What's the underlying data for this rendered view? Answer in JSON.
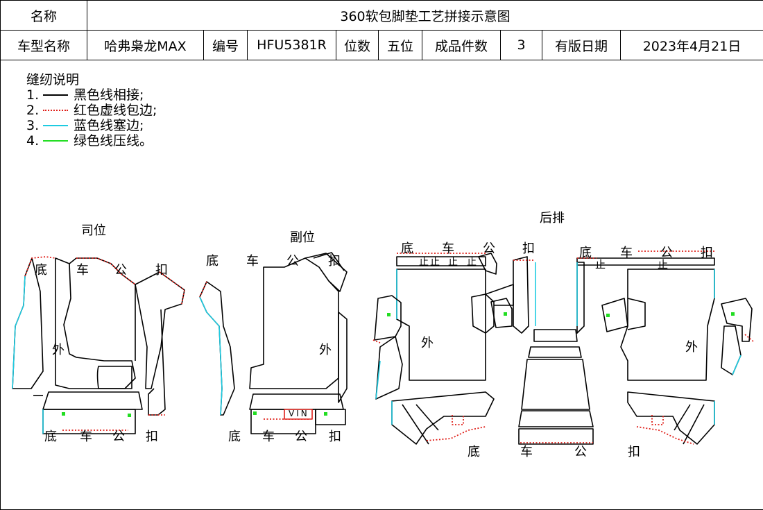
{
  "header": {
    "name_label": "名称",
    "doc_title": "360软包脚垫工艺拼接示意图",
    "model_label": "车型名称",
    "model_value": "哈弗枭龙MAX",
    "code_label": "编号",
    "code_value": "HFU5381R",
    "seat_label": "位数",
    "seat_value": "五位",
    "count_label": "成品件数",
    "count_value": "3",
    "date_label": "有版日期",
    "date_value": "2023年4月21日"
  },
  "legend": {
    "title": "缝纫说明",
    "items": [
      {
        "num": "1.",
        "text": "黑色线相接;"
      },
      {
        "num": "2.",
        "text": "红色虚线包边;"
      },
      {
        "num": "3.",
        "text": "蓝色线塞边;"
      },
      {
        "num": "4.",
        "text": "绿色线压线。"
      }
    ]
  },
  "colors": {
    "black_line": "#000000",
    "red_dotted": "#e0201a",
    "blue_line": "#1ecbe1",
    "green_line": "#22dd22"
  },
  "sections": {
    "driver": "司位",
    "passenger": "副位",
    "rear": "后排"
  },
  "labels": {
    "di": "底",
    "che": "车",
    "gong": "公",
    "kou": "扣",
    "wai": "外",
    "zhi": "止",
    "vin": "VIN"
  }
}
